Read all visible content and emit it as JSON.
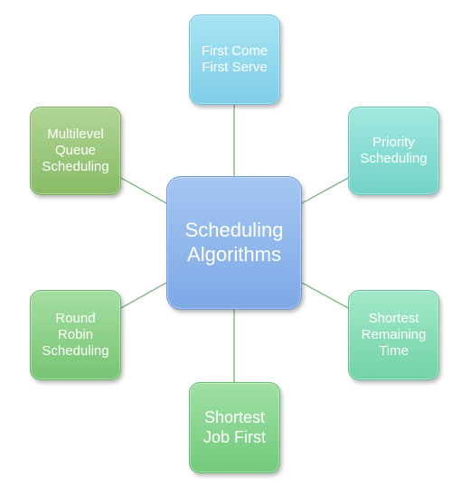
{
  "diagram": {
    "center": {
      "label": "Scheduling\nAlgorithms"
    },
    "nodes": [
      {
        "label": "First Come\nFirst Serve"
      },
      {
        "label": "Priority\nScheduling"
      },
      {
        "label": "Shortest\nRemaining\nTime"
      },
      {
        "label": "Shortest\nJob First"
      },
      {
        "label": "Round\nRobin\nScheduling"
      },
      {
        "label": "Multilevel\nQueue\nScheduling"
      }
    ],
    "connector_color": "#70a870"
  }
}
